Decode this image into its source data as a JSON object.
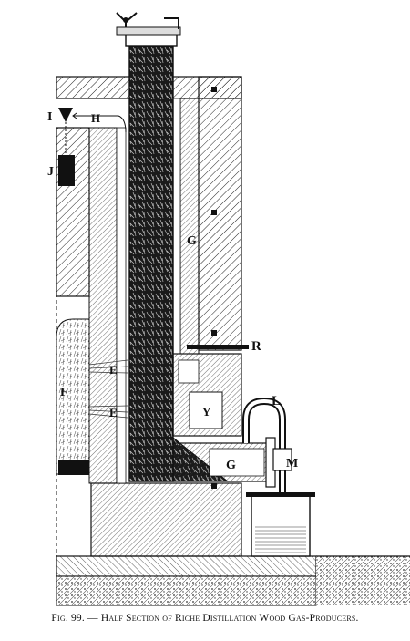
{
  "figure": {
    "labels": {
      "I": "I",
      "H": "H",
      "J": "J",
      "G_upper": "G",
      "R": "R",
      "E_upper": "E",
      "F": "F",
      "E_lower": "E",
      "Y": "Y",
      "L": "L",
      "G_lower": "G",
      "M": "M"
    }
  },
  "caption": {
    "fig_number": "Fig. 99.",
    "dash": "—",
    "title": "Half Section of Riche Distillation Wood Gas-Producers."
  }
}
